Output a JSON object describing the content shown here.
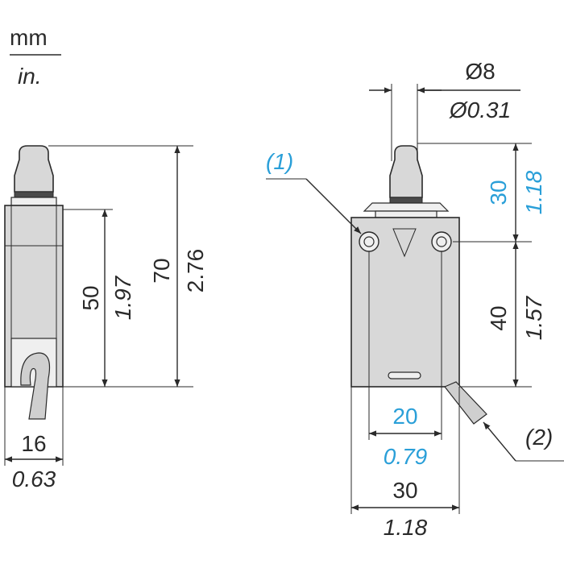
{
  "units": {
    "primary": "mm",
    "secondary": "in."
  },
  "side_view": {
    "width_mm": "16",
    "width_in": "0.63",
    "inner_height_mm": "50",
    "inner_height_in": "1.97",
    "total_height_mm": "70",
    "total_height_in": "2.76"
  },
  "front_view": {
    "plunger_diameter_mm": "Ø8",
    "plunger_diameter_in": "Ø0.31",
    "plunger_height_mm": "30",
    "plunger_height_in": "1.18",
    "body_height_mm": "40",
    "body_height_in": "1.57",
    "hole_spacing_mm": "20",
    "hole_spacing_in": "0.79",
    "body_width_mm": "30",
    "body_width_in": "1.18",
    "callout_1": "(1)",
    "callout_2": "(2)"
  },
  "colors": {
    "line": "#2a2a2a",
    "accent": "#2a9fd8",
    "body_fill": "#d8d8d8"
  }
}
